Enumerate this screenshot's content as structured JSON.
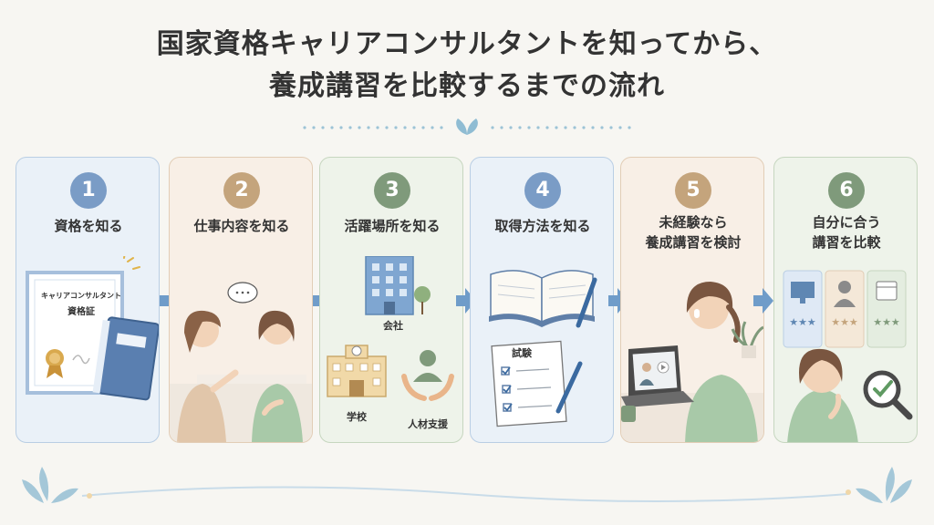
{
  "title": {
    "line1": "国家資格キャリアコンサルタントを知ってから、",
    "line2": "養成講習を比較するまでの流れ"
  },
  "steps": [
    {
      "number": "1",
      "label": "資格を知る",
      "color": "#7a9cc6"
    },
    {
      "number": "2",
      "label": "仕事内容を知る",
      "color": "#c4a47c"
    },
    {
      "number": "3",
      "label": "活躍場所を知る",
      "color": "#7f9a7b"
    },
    {
      "number": "4",
      "label": "取得方法を知る",
      "color": "#7a9cc6"
    },
    {
      "number": "5",
      "label_line1": "未経験なら",
      "label_line2": "養成講習を検討",
      "color": "#c4a47c"
    },
    {
      "number": "6",
      "label_line1": "自分に合う",
      "label_line2": "講習を比較",
      "color": "#7f9a7b"
    }
  ],
  "illustrations": {
    "certificate_line1": "キャリアコンサルタント",
    "certificate_line2": "資格証",
    "company": "会社",
    "school": "学校",
    "hr_support": "人材支援",
    "exam": "試験"
  }
}
